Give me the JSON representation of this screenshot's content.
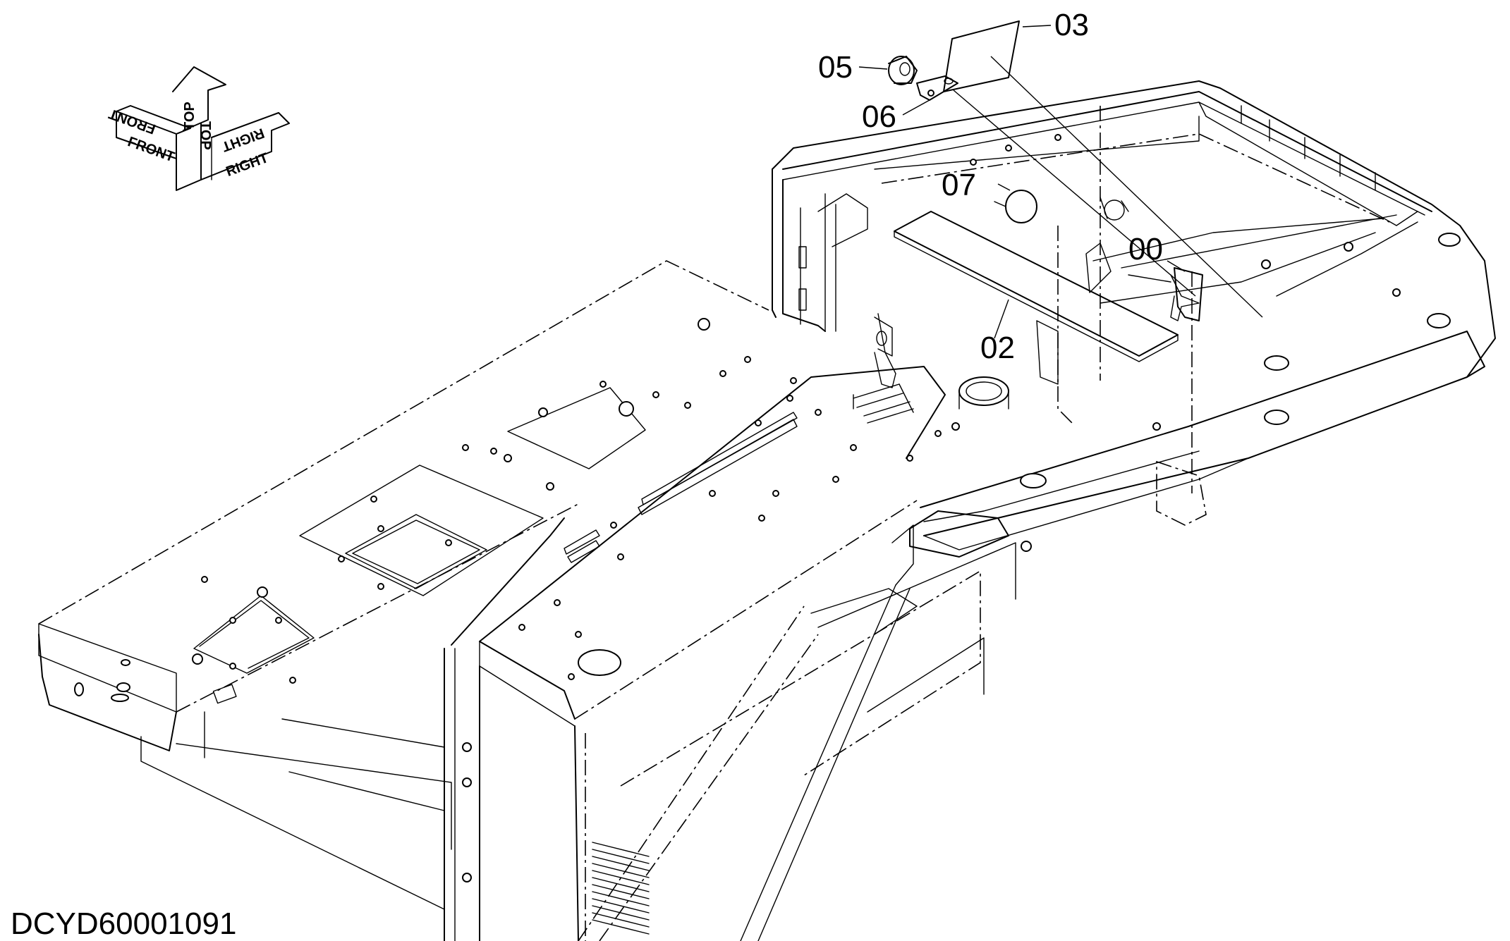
{
  "drawing_id": "DCYD60001091",
  "orientation_labels": {
    "front_1": "FRONT",
    "front_2": "FRONT",
    "top_1": "TOP",
    "top_2": "TOP",
    "right_1": "RIGHT",
    "right_2": "RIGHT"
  },
  "callouts": [
    "03",
    "05",
    "06",
    "07",
    "00",
    "02"
  ]
}
